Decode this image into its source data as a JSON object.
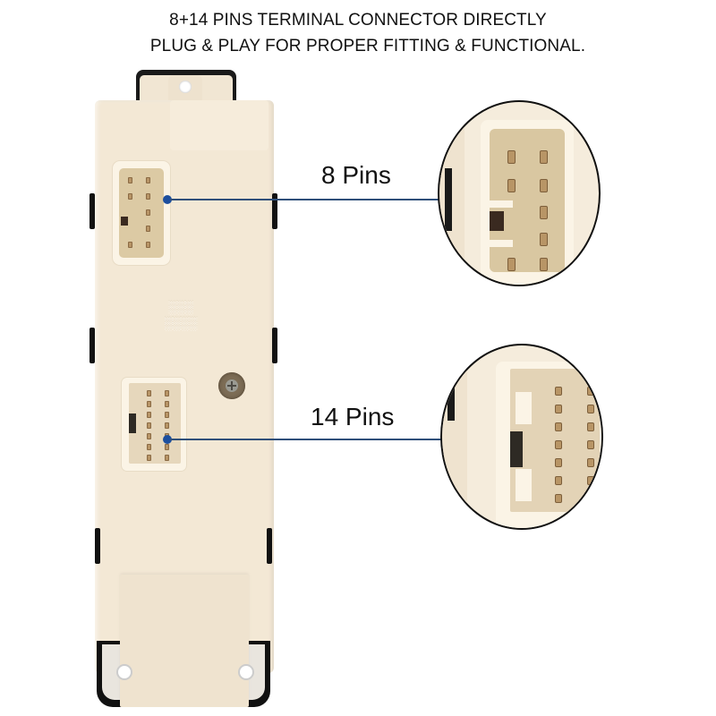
{
  "headline": {
    "line1": "8+14 PINS TERMINAL CONNECTOR DIRECTLY",
    "line2": "PLUG & PLAY FOR PROPER FITTING & FUNCTIONAL."
  },
  "callouts": [
    {
      "label": "8 Pins",
      "pin_count": 8
    },
    {
      "label": "14 Pins",
      "pin_count": 14
    }
  ],
  "product": {
    "type": "window switch rear connector panel",
    "body_color": "#f3e8d5",
    "leader_color": "#2f4f7a",
    "dot_color": "#1d4f9e"
  }
}
